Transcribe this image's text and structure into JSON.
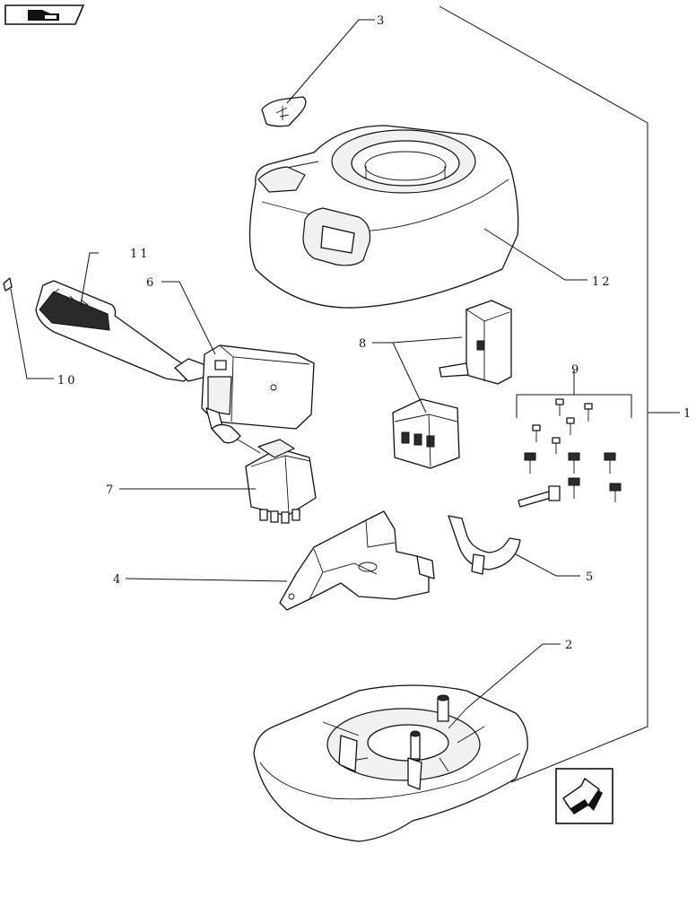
{
  "callouts": [
    {
      "id": "1",
      "label": "1"
    },
    {
      "id": "2",
      "label": "2"
    },
    {
      "id": "3",
      "label": "3"
    },
    {
      "id": "4",
      "label": "4"
    },
    {
      "id": "5",
      "label": "5"
    },
    {
      "id": "6",
      "label": "6"
    },
    {
      "id": "7",
      "label": "7"
    },
    {
      "id": "8",
      "label": "8"
    },
    {
      "id": "9",
      "label": "9"
    },
    {
      "id": "10",
      "label": "10"
    },
    {
      "id": "11",
      "label": "11"
    },
    {
      "id": "12",
      "label": "12"
    }
  ],
  "icons": {
    "top_left": "book-previous-icon",
    "bottom_right": "next-page-arrow-icon"
  }
}
